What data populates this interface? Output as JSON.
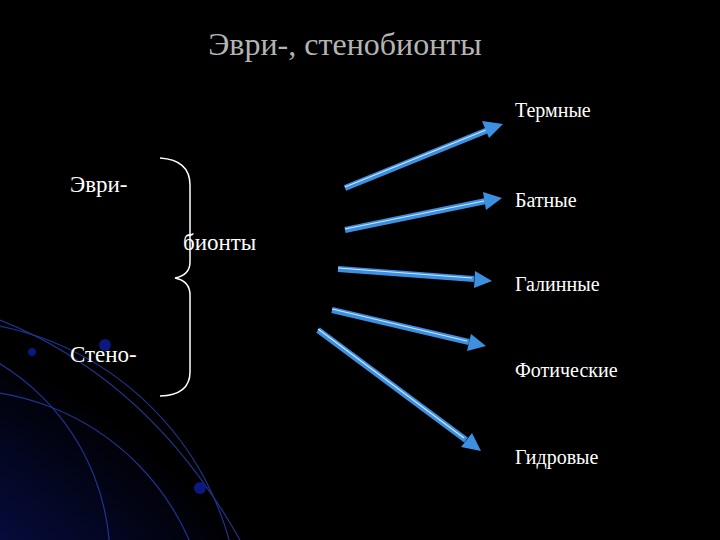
{
  "diagram": {
    "title": "Эври-, стенобионты",
    "labels": [
      "Эври-",
      "бионты",
      "Стено-",
      "Термные",
      "Батные",
      "Галинные",
      "Фотические",
      "Гидровые"
    ]
  }
}
